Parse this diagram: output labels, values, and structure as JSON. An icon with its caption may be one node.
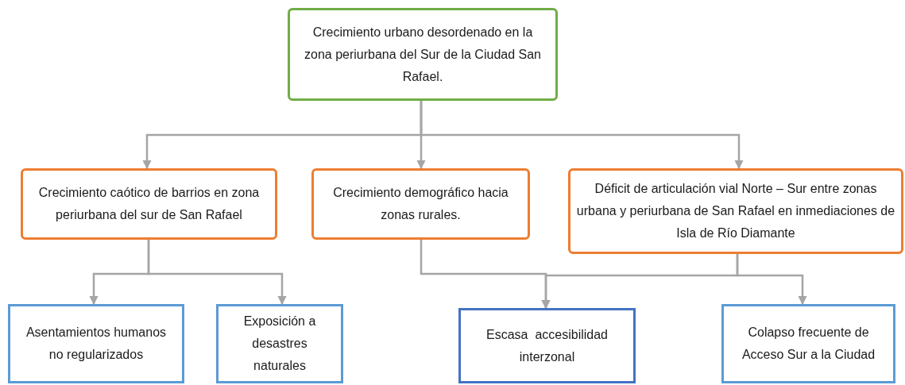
{
  "diagram": {
    "nodes": [
      {
        "text": [
          "Crecimiento urbano desordenado en la zona periurbana del Sur de la Ciudad San Rafael."
        ]
      },
      {
        "text": [
          "Crecimiento caótico de barrios en zona periurbana del sur de San Rafael"
        ]
      },
      {
        "text": [
          "Crecimiento demográfico hacia zonas rurales."
        ]
      },
      {
        "text": [
          "Déficit de articulación vial Norte – Sur entre zonas urbana y periurbana de San Rafael en inmediaciones de Isla de Río Diamante"
        ]
      },
      {
        "text": [
          "Asentamientos humanos no regularizados"
        ]
      },
      {
        "text": [
          "Exposición a desastres naturales"
        ]
      },
      {
        "text": [
          "Escasa  accesibilidad interzonal"
        ]
      },
      {
        "text": [
          "Colapso frecuente de Acceso Sur a la Ciudad"
        ]
      }
    ],
    "edges": [
      {
        "from": 0,
        "to": 1,
        "arrow": "to"
      },
      {
        "from": 0,
        "to": 2,
        "arrow": "to"
      },
      {
        "from": 0,
        "to": 3,
        "arrow": "to"
      },
      {
        "from": 1,
        "to": 4,
        "arrow": "to"
      },
      {
        "from": 1,
        "to": 5,
        "arrow": "to"
      },
      {
        "from": 2,
        "to": 6,
        "arrow": "to"
      },
      {
        "from": 3,
        "to": 6,
        "arrow": "to"
      },
      {
        "from": 3,
        "to": 7,
        "arrow": "to"
      }
    ]
  }
}
